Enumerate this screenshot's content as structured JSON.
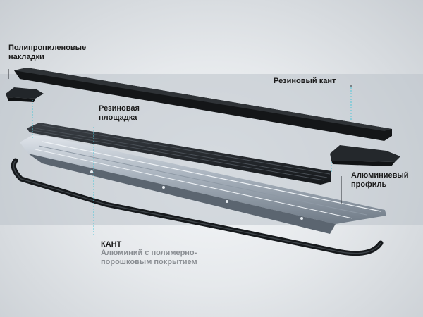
{
  "labels": {
    "polypropylene": "Полипропиленовые\nнакладки",
    "rubber_edge": "Резиновый кант",
    "rubber_pad": "Резиновая\nплощадка",
    "aluminum_profile": "Алюминиевый\nпрофиль",
    "edge_title": "КАНТ",
    "edge_subtitle": "Алюминий с полимерно-\nпорошковым покрытием"
  },
  "colors": {
    "leader_line": "#4fc6d8",
    "band": "#b9c0c7",
    "part_dark": "#1c1f22",
    "profile_light": "#aeb6bf"
  }
}
